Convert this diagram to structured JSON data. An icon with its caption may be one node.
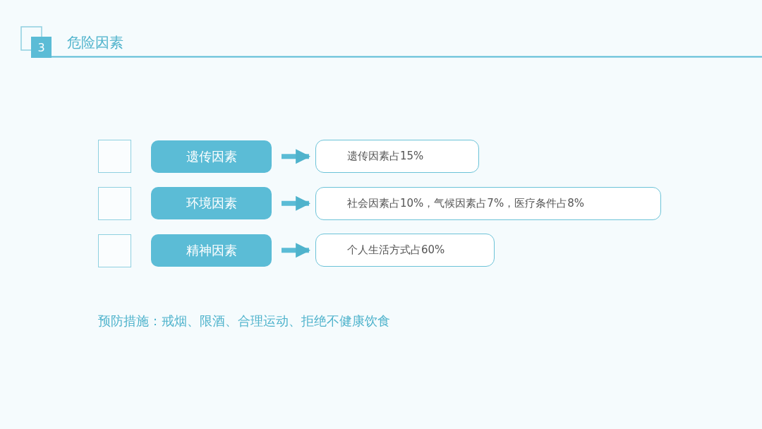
{
  "diagram": {
    "title": "危险因素",
    "nodes": [
      {
        "text": [],
        "shape": "box"
      },
      {
        "text": [
          "遗传因素"
        ]
      },
      {
        "text": [
          "遗传因素占15%"
        ]
      },
      {
        "text": [],
        "shape": "box"
      },
      {
        "text": [
          "环境因素"
        ]
      },
      {
        "text": [
          "社会因素占10%，气候因素占7%，医疗条件占8%"
        ]
      },
      {
        "text": [],
        "shape": "box"
      },
      {
        "text": [
          "精神因素"
        ]
      },
      {
        "text": [
          "个人生活方式占60%"
        ]
      }
    ],
    "edges": [
      {
        "from": 1,
        "to": 2,
        "arrow": "to"
      },
      {
        "from": 4,
        "to": 5,
        "arrow": "to"
      },
      {
        "from": 7,
        "to": 8,
        "arrow": "to"
      }
    ],
    "labels": [
      "3",
      "预防措施：戒烟、限酒、合理运动、拒绝不健康饮食"
    ]
  }
}
